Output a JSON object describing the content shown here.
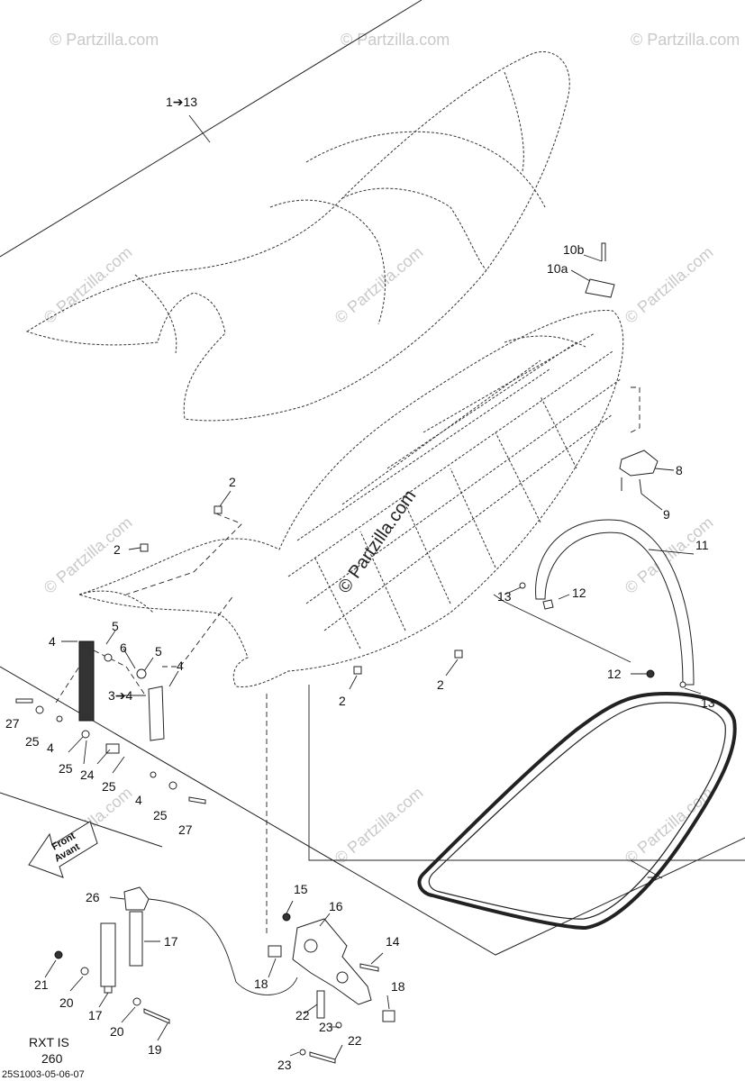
{
  "watermark": {
    "text": "© Partzilla.com",
    "center_text": "© Partzilla.com"
  },
  "footer_code": "25S1003-05-06-07",
  "model_note": {
    "line1": "RXT IS",
    "line2": "260"
  },
  "front_arrow": {
    "line1": "Front",
    "line2": "Avant"
  },
  "callouts": {
    "c1_13": "1➔13",
    "c10b": "10b",
    "c10a": "10a",
    "c8": "8",
    "c9": "9",
    "c11": "11",
    "c12a": "12",
    "c12b": "12",
    "c13a": "13",
    "c13b": "13",
    "c2a": "2",
    "c2b": "2",
    "c2c": "2",
    "c2d": "2",
    "c4a": "4",
    "c4b": "4",
    "c4c": "4",
    "c4d": "4",
    "c5a": "5",
    "c5b": "5",
    "c6": "6",
    "c3_4": "3➔4",
    "c27a": "27",
    "c27b": "27",
    "c25a": "25",
    "c25b": "25",
    "c25c": "25",
    "c25d": "25",
    "c24": "24",
    "c7": "7",
    "c15": "15",
    "c16": "16",
    "c14": "14",
    "c18a": "18",
    "c18b": "18",
    "c22a": "22",
    "c22b": "22",
    "c23a": "23",
    "c23b": "23",
    "c26": "26",
    "c17a": "17",
    "c17b": "17",
    "c21": "21",
    "c20a": "20",
    "c20b": "20",
    "c19": "19"
  }
}
